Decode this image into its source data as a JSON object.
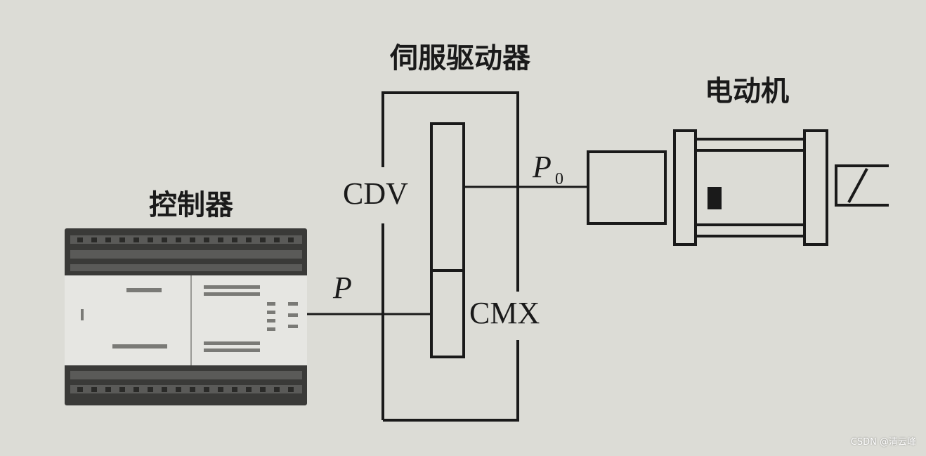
{
  "labels": {
    "servo_driver": "伺服驱动器",
    "motor": "电动机",
    "controller": "控制器",
    "cdv": "CDV",
    "cmx": "CMX",
    "p_input": "P",
    "p_output_main": "P",
    "p_output_sub": "0"
  },
  "watermark": "CSDN @清云峰",
  "colors": {
    "background": "#dcdcd6",
    "line": "#1a1a1a",
    "plc_dark": "#3a3a38",
    "plc_panel": "#e6e6e2"
  }
}
